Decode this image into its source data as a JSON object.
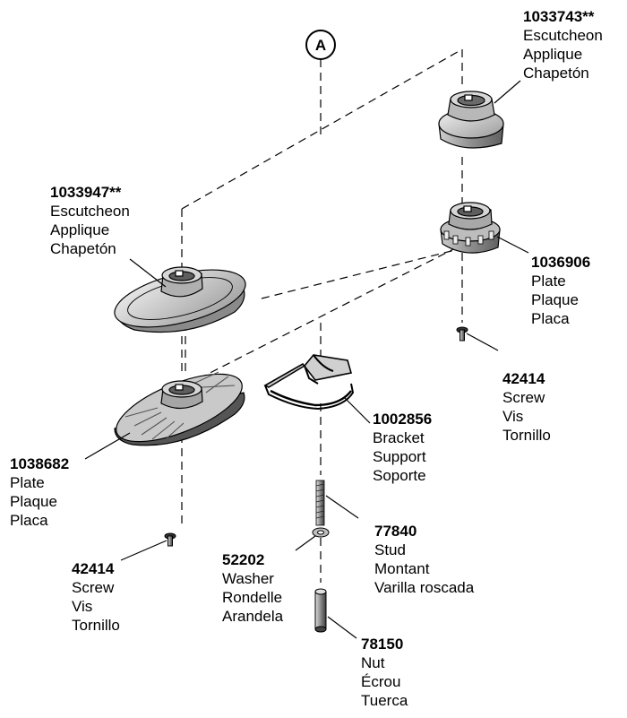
{
  "callout": {
    "letter": "A"
  },
  "parts": [
    {
      "id": "escutcheon-top",
      "number": "1033743**",
      "names": [
        "Escutcheon",
        "Applique",
        "Chapetón"
      ]
    },
    {
      "id": "escutcheon-left",
      "number": "1033947**",
      "names": [
        "Escutcheon",
        "Applique",
        "Chapetón"
      ]
    },
    {
      "id": "plate-right",
      "number": "1036906",
      "names": [
        "Plate",
        "Plaque",
        "Placa"
      ]
    },
    {
      "id": "screw-right",
      "number": "42414",
      "names": [
        "Screw",
        "Vis",
        "Tornillo"
      ]
    },
    {
      "id": "bracket",
      "number": "1002856",
      "names": [
        "Bracket",
        "Support",
        "Soporte"
      ]
    },
    {
      "id": "plate-left",
      "number": "1038682",
      "names": [
        "Plate",
        "Plaque",
        "Placa"
      ]
    },
    {
      "id": "screw-left",
      "number": "42414",
      "names": [
        "Screw",
        "Vis",
        "Tornillo"
      ]
    },
    {
      "id": "washer",
      "number": "52202",
      "names": [
        "Washer",
        "Rondelle",
        "Arandela"
      ]
    },
    {
      "id": "stud",
      "number": "77840",
      "names": [
        "Stud",
        "Montant",
        "Varilla roscada"
      ]
    },
    {
      "id": "nut",
      "number": "78150",
      "names": [
        "Nut",
        "Écrou",
        "Tuerca"
      ]
    }
  ]
}
